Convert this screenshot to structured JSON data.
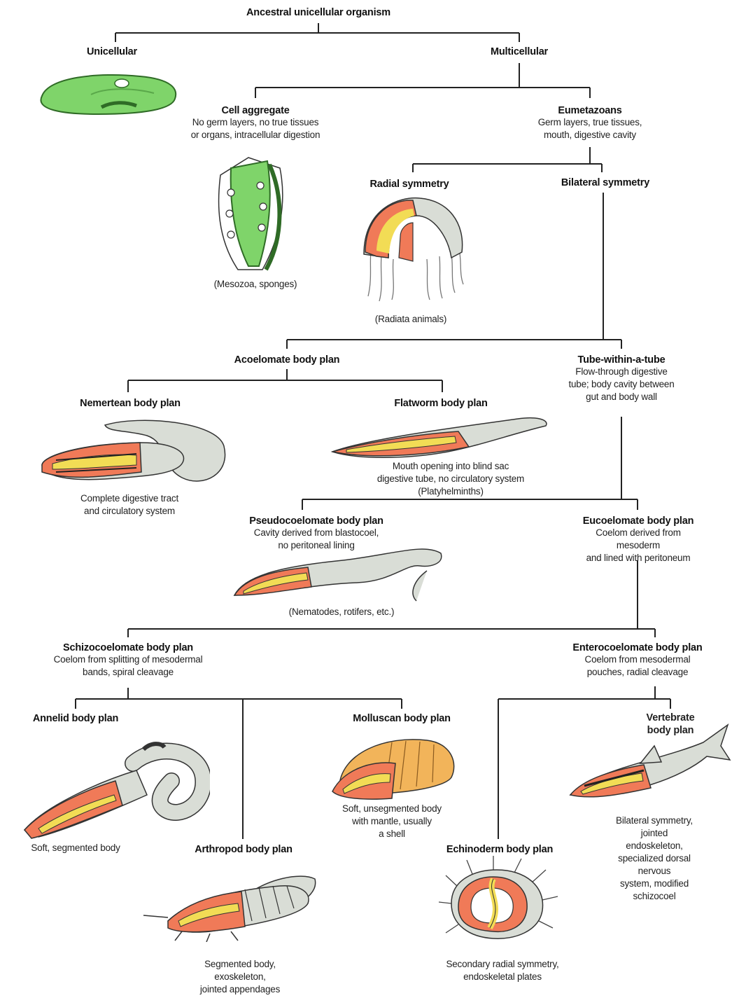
{
  "colors": {
    "green": "#7fd46a",
    "red": "#f07a58",
    "yellow": "#f2dc55",
    "gray": "#d9ddd6",
    "line": "#222222"
  },
  "root": {
    "title": "Ancestral unicellular organism"
  },
  "unicellular": {
    "title": "Unicellular"
  },
  "multicellular": {
    "title": "Multicellular"
  },
  "cell_aggregate": {
    "title": "Cell aggregate",
    "desc": "No germ layers, no true tissues\nor organs, intracellular digestion",
    "caption": "(Mesozoa, sponges)"
  },
  "eumetazoans": {
    "title": "Eumetazoans",
    "desc": "Germ layers, true tissues,\nmouth, digestive cavity"
  },
  "radial": {
    "title": "Radial symmetry",
    "caption": "(Radiata animals)"
  },
  "bilateral": {
    "title": "Bilateral symmetry"
  },
  "acoelomate": {
    "title": "Acoelomate body plan"
  },
  "tube": {
    "title": "Tube-within-a-tube",
    "desc": "Flow-through digestive\ntube; body cavity between\ngut and body wall"
  },
  "nemertean": {
    "title": "Nemertean body plan",
    "caption": "Complete digestive tract\nand circulatory system"
  },
  "flatworm": {
    "title": "Flatworm body plan",
    "caption": "Mouth opening into blind sac\ndigestive tube, no circulatory system\n(Platyhelminths)"
  },
  "pseudo": {
    "title": "Pseudocoelomate body plan",
    "desc": "Cavity derived from blastocoel,\nno peritoneal lining",
    "caption": "(Nematodes, rotifers, etc.)"
  },
  "eucoel": {
    "title": "Eucoelomate body plan",
    "desc": "Coelom derived from mesoderm\nand lined with peritoneum"
  },
  "schizo": {
    "title": "Schizocoelomate body plan",
    "desc": "Coelom from splitting of mesodermal\nbands, spiral cleavage"
  },
  "entero": {
    "title": "Enterocoelomate body plan",
    "desc": "Coelom from mesodermal\npouches, radial cleavage"
  },
  "annelid": {
    "title": "Annelid body plan",
    "caption": "Soft, segmented body"
  },
  "arthropod": {
    "title": "Arthropod body plan",
    "caption": "Segmented body,\nexoskeleton,\njointed appendages"
  },
  "molluscan": {
    "title": "Molluscan body plan",
    "caption": "Soft, unsegmented body\nwith mantle, usually\na shell"
  },
  "echinoderm": {
    "title": "Echinoderm body plan",
    "caption": "Secondary radial symmetry,\nendoskeletal plates"
  },
  "vertebrate": {
    "title": "Vertebrate\nbody plan",
    "caption": "Bilateral symmetry,\njointed endoskeleton,\nspecialized dorsal nervous\nsystem, modified schizocoel"
  }
}
